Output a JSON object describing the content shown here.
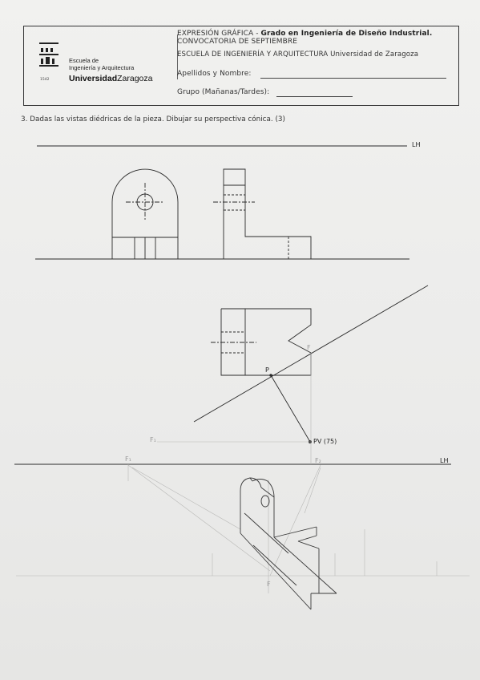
{
  "header": {
    "subject": "EXPRESIÓN GRÁFICA - ",
    "degree": "Grado en Ingeniería de Diseño Industrial.",
    "call": "CONVOCATORIA DE SEPTIEMBRE",
    "school_line": "ESCUELA DE INGENIERÍA Y ARQUITECTURA Universidad de Zaragoza",
    "name_label": "Apellidos y Nombre:",
    "group_label": "Grupo (Mañanas/Tardes):"
  },
  "logo": {
    "line1": "Escuela de",
    "line2": "Ingeniería y Arquitectura",
    "uni_bold": "Universidad",
    "uni_rest": "Zaragoza",
    "year": "1542"
  },
  "question": "3. Dadas las vistas diédricas de la pieza. Dibujar su perspectiva cónica. (3)",
  "labels": {
    "lh_top": "LH",
    "lh_bottom": "LH",
    "p": "P",
    "pv": "PV (75)",
    "f1": "F₁",
    "f1b": "F₁",
    "f2": "F₂",
    "f": "F",
    "f_bottom": "F"
  },
  "colors": {
    "ink": "#2a2a2a",
    "pencil": "#b0b0b0",
    "paper": "#eeeeec"
  }
}
